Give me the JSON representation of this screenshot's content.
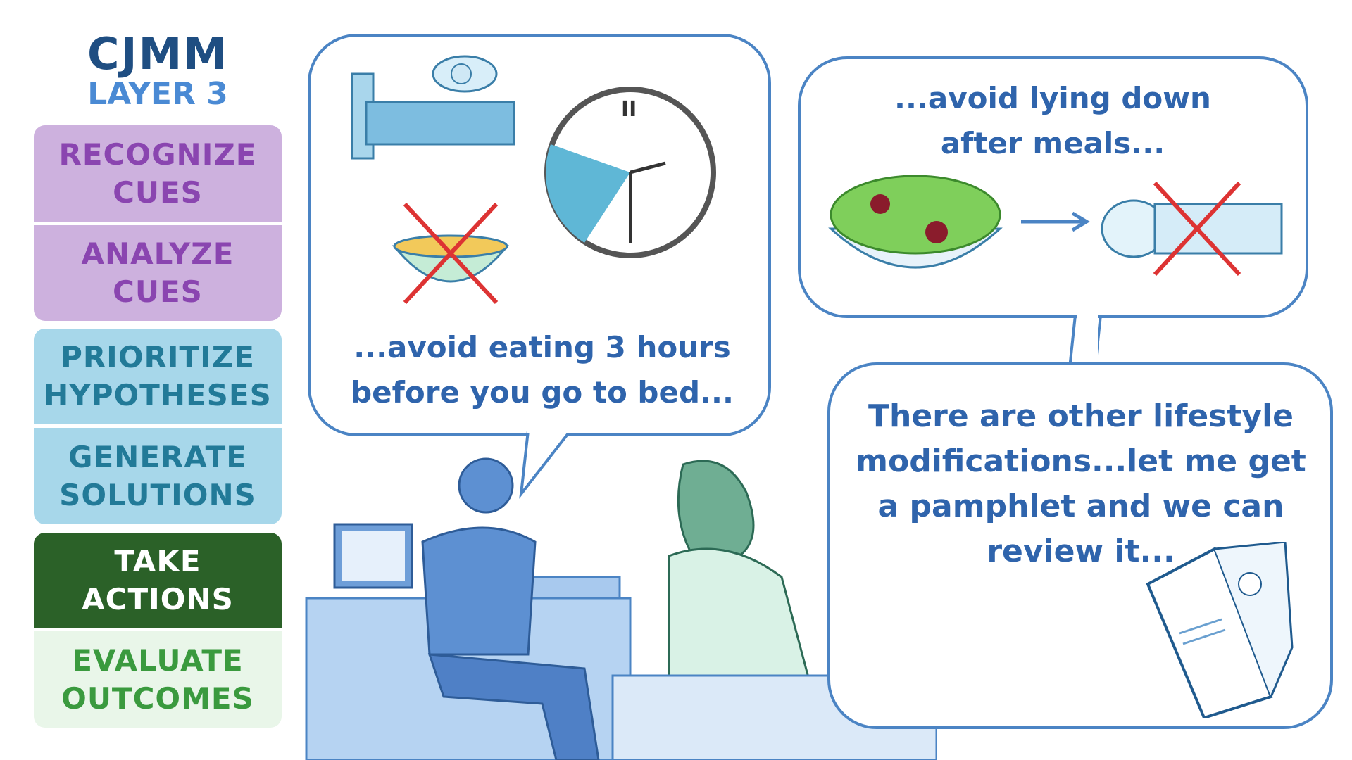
{
  "header": {
    "title": "CJMM",
    "subtitle": "LAYER 3"
  },
  "steps": [
    {
      "label": "RECOGNIZE\nCUES",
      "color": "#cdb1de"
    },
    {
      "label": "ANALYZE\nCUES",
      "color": "#cdb1de"
    },
    {
      "label": "PRIORITIZE\nHYPOTHESES",
      "color": "#a7d7ea"
    },
    {
      "label": "GENERATE\nSOLUTIONS",
      "color": "#a7d7ea"
    },
    {
      "label": "TAKE\nACTIONS",
      "color": "#2b6128",
      "active": true
    },
    {
      "label": "EVALUATE\nOUTCOMES",
      "color": "#e9f6e9"
    }
  ],
  "bubbles": {
    "eating": "...avoid eating 3 hours\nbefore you go to bed...",
    "lying": "...avoid lying down\nafter meals...",
    "pamphlet": "There are other lifestyle\nmodifications...let me get\na pamphlet and we can\nreview it..."
  },
  "icons": [
    "bed-icon",
    "clock-icon",
    "crossed-soup-icon",
    "salad-icon",
    "arrow-right-icon",
    "crossed-lying-down-icon",
    "pamphlet-icon",
    "nurse-patient-scene"
  ]
}
